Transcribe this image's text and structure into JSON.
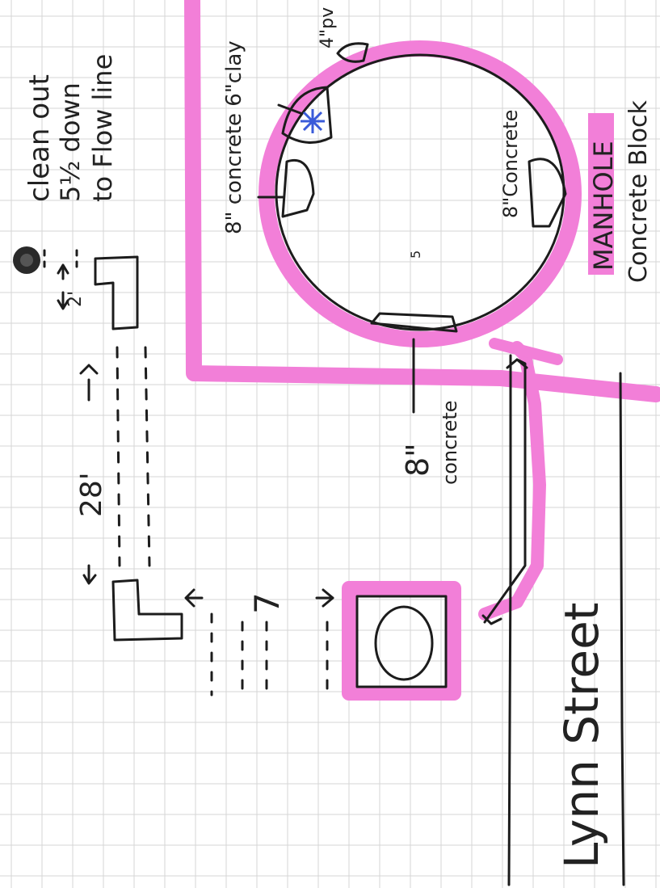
{
  "labels": {
    "cleanout_line1": "clean out",
    "cleanout_line2": "5½ down",
    "cleanout_line3": "to Flow line",
    "dim_28": "28'",
    "dim_7": "7",
    "dim_2": "2'",
    "pipe_8_concrete_6_clay": "8\" concrete  6\"clay",
    "pipe_4_pvc": "4\"pv",
    "pipe_8_concrete_right": "8\"Concrete",
    "pipe_8_concrete_bottom_num": "8\"",
    "pipe_8_concrete_bottom_word": "concrete",
    "manhole": "MANHOLE",
    "concrete_block": "Concrete Block",
    "street": "Lynn Street",
    "small_mark": "5"
  },
  "colors": {
    "highlighter": "#f27fd8",
    "ink": "#1c1c1c",
    "blue_star": "#3a5bd9",
    "grid": "#d6d6d6"
  },
  "icons": {
    "cleanout_dot": "dark-circle-icon",
    "star": "blue-star-icon"
  }
}
